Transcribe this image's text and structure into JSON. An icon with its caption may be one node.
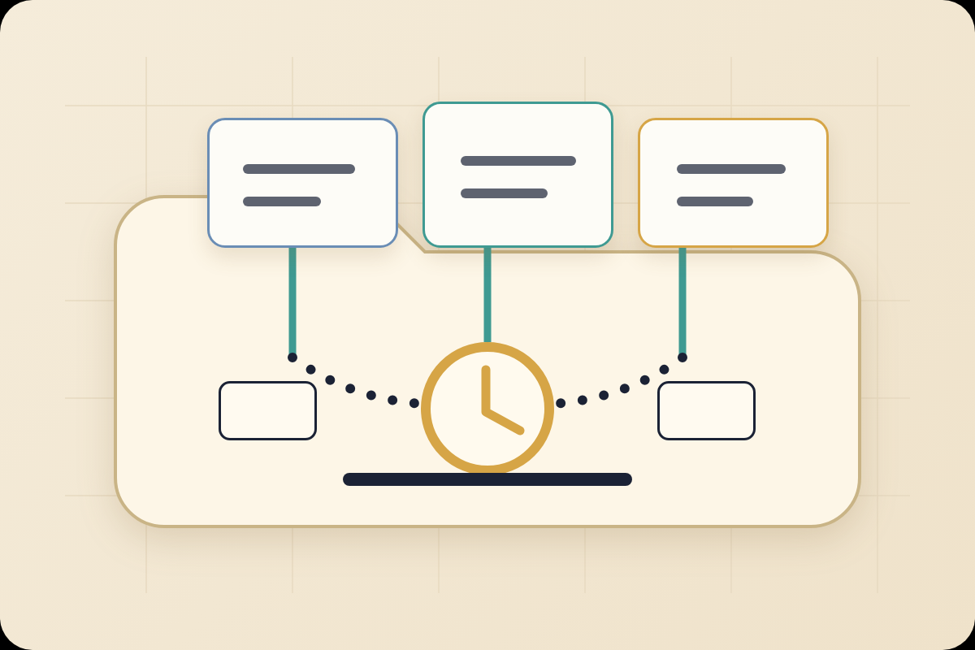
{
  "diagram": {
    "nodes": [
      {
        "text": [],
        "shape": "box"
      },
      {
        "text": [],
        "shape": "box"
      },
      {
        "text": [],
        "shape": "box"
      },
      {
        "text": [],
        "shape": "folder"
      },
      {
        "text": [],
        "shape": "box",
        "in": 3
      },
      {
        "text": [],
        "shape": "clock",
        "in": 3
      },
      {
        "text": [],
        "shape": "box",
        "in": 3
      },
      {
        "text": [],
        "shape": "bar",
        "in": 3
      }
    ],
    "edges": [
      {
        "from": 0,
        "to": null,
        "arrow": "none"
      },
      {
        "from": 1,
        "to": 5,
        "arrow": "none"
      },
      {
        "from": 2,
        "to": null,
        "arrow": "none"
      },
      {
        "from": null,
        "to": 5,
        "arrow": "none",
        "style": "dashed",
        "color": "#1b2235"
      },
      {
        "from": null,
        "to": 5,
        "arrow": "none",
        "style": "dashed",
        "color": "#1b2235"
      }
    ]
  }
}
